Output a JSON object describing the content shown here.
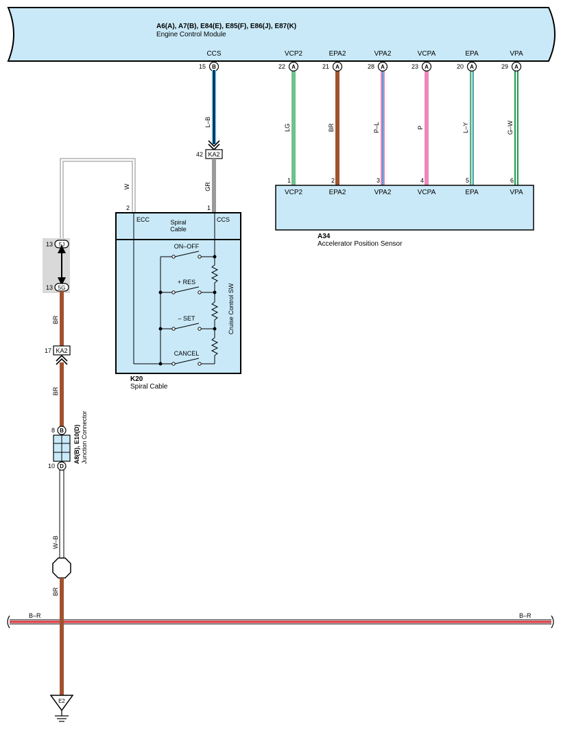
{
  "ecm": {
    "code": "A6(A), A7(B), E84(E), E85(F), E86(J), E87(K)",
    "name": "Engine Control Module",
    "pins": [
      {
        "signal": "CCS",
        "num": "15",
        "conn": "B"
      },
      {
        "signal": "VCP2",
        "num": "22",
        "conn": "A"
      },
      {
        "signal": "EPA2",
        "num": "21",
        "conn": "A"
      },
      {
        "signal": "VPA2",
        "num": "28",
        "conn": "A"
      },
      {
        "signal": "VCPA",
        "num": "23",
        "conn": "A"
      },
      {
        "signal": "EPA",
        "num": "20",
        "conn": "A"
      },
      {
        "signal": "VPA",
        "num": "29",
        "conn": "A"
      }
    ]
  },
  "wires": {
    "ccs": "L–B",
    "lg": "LG",
    "br": "BR",
    "pl": "P–L",
    "p": "P",
    "ly": "L–Y",
    "gw": "G–W",
    "gr": "GR",
    "w": "W",
    "br_left1": "BR",
    "br_left2": "BR",
    "wb": "W–B",
    "br_lower": "BR",
    "bus_left": "B–R",
    "bus_right": "B–R"
  },
  "connectors": {
    "ka2_top": {
      "num": "42",
      "label": "KA2"
    },
    "ka2_left": {
      "num": "17",
      "label": "KA2"
    },
    "j5j": {
      "num": "13",
      "label": "5J"
    },
    "j5g": {
      "num": "13",
      "label": "5G"
    },
    "jc_top": {
      "num": "8",
      "conn": "B"
    },
    "jc_bottom": {
      "num": "10",
      "conn": "D"
    }
  },
  "junction_connector": {
    "code": "A8(B), E10(D)",
    "name": "Junction Connector"
  },
  "sensor": {
    "code": "A34",
    "name": "Accelerator Position Sensor",
    "pins": [
      {
        "num": "1",
        "signal": "VCP2"
      },
      {
        "num": "2",
        "signal": "EPA2"
      },
      {
        "num": "3",
        "signal": "VPA2"
      },
      {
        "num": "4",
        "signal": "VCPA"
      },
      {
        "num": "5",
        "signal": "EPA"
      },
      {
        "num": "6",
        "signal": "VPA"
      }
    ]
  },
  "spiral": {
    "code": "K20",
    "name": "Spiral Cable",
    "header": [
      "Spiral",
      "Cable"
    ],
    "ecc": "ECC",
    "ccs": "CCS",
    "pin_ecc": "2",
    "pin_ccs": "1",
    "sw_label": "Cruise Control SW",
    "switches": [
      "ON–OFF",
      "+ RES",
      "– SET",
      "CANCEL"
    ]
  },
  "ground": {
    "label": "E2"
  },
  "colors": {
    "component_fill": "#c9e9f8",
    "wire_blue": "#3aa8e0",
    "wire_green": "#6ec28c",
    "wire_brown": "#a0522d",
    "wire_pink": "#ee86bb",
    "wire_yellow": "#f0e24a",
    "wire_dkgreen": "#1e9e4a",
    "wire_gray": "#9a9a9a",
    "bus_red": "#e0303a",
    "junction_gray": "#d9d9d9"
  }
}
